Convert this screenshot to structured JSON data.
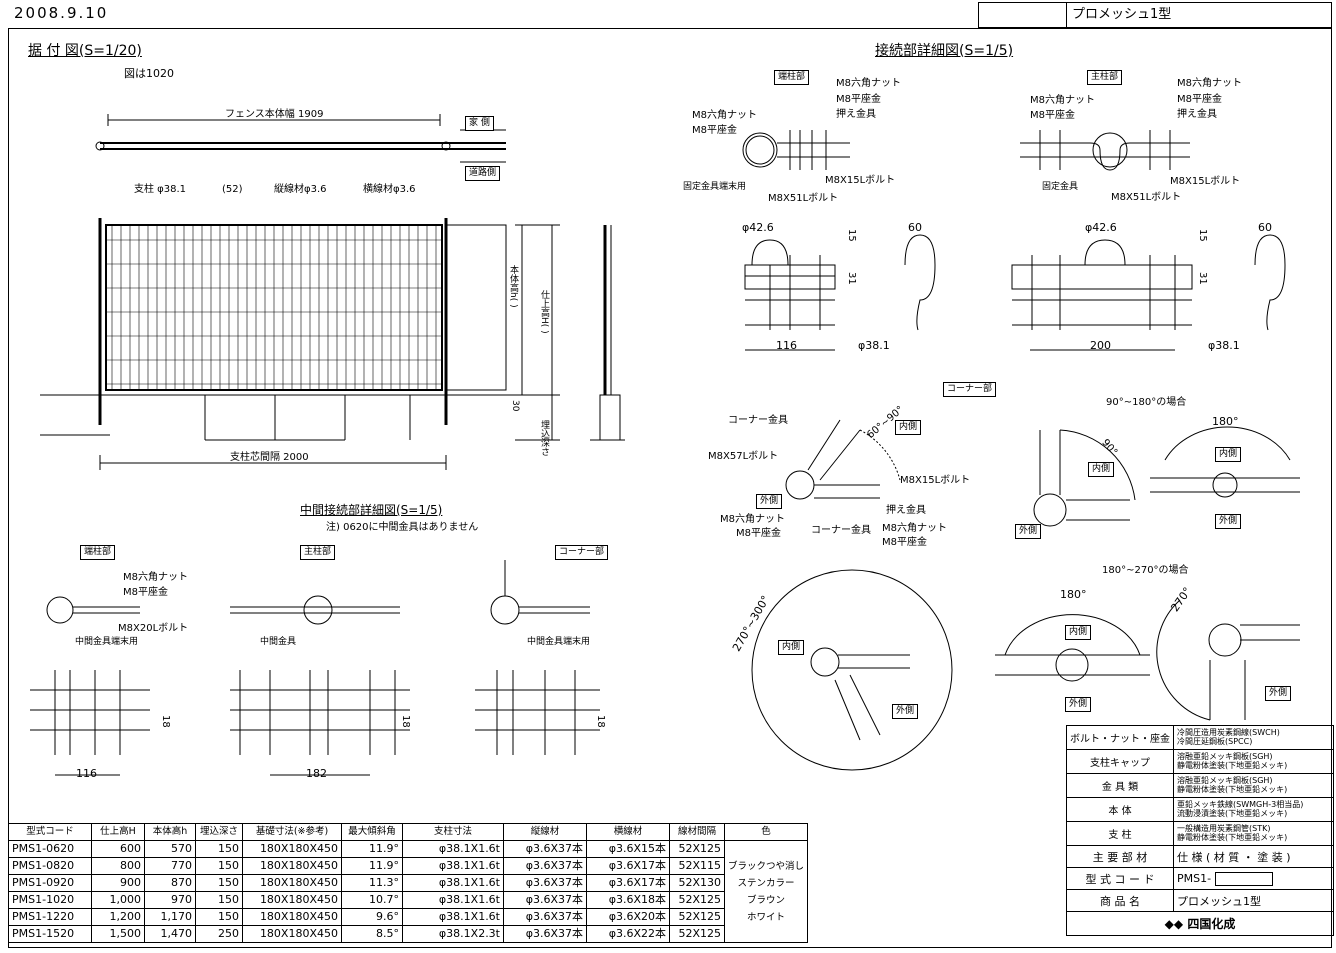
{
  "header": {
    "date": "2008.9.10",
    "product_title": "プロメッシュ1型"
  },
  "installation": {
    "title": "据 付 図(S=1/20)",
    "subtitle": "図は1020",
    "fence_width": "フェンス本体幅 1909",
    "house_side": "家 側",
    "road_side": "道路側",
    "post": "支柱 φ38.1",
    "pitch": "(52)",
    "vwire": "縦線材φ3.6",
    "hwire": "横線材φ3.6",
    "body_height": "本体高h( )",
    "finish_height": "仕上高H( )",
    "embed": "埋込深さ",
    "dim30": "30",
    "post_spacing": "支柱芯間隔 2000"
  },
  "connection": {
    "title": "接続部詳細図(S=1/5)",
    "end_tag": "端柱部",
    "main_tag": "主柱部",
    "corner_tag": "コーナー部",
    "nut": "M8六角ナット",
    "washer": "M8平座金",
    "press": "押え金具",
    "end_fix": "固定金具端末用",
    "fix": "固定金具",
    "bolt51": "M8X51Lボルト",
    "bolt15": "M8X15Lボルト",
    "bolt57": "M8X57Lボルト",
    "phi42": "φ42.6",
    "phi38": "φ38.1",
    "d15": "15",
    "d31": "31",
    "d60": "60",
    "d116": "116",
    "d200": "200",
    "corner_fitting": "コーナー金具",
    "angle_60_90": "60°~90°",
    "inner": "内側",
    "outer": "外側",
    "case_90_180": "90°~180°の場合",
    "case_180_270": "180°~270°の場合",
    "a90": "90°",
    "a180": "180°",
    "a270": "270°",
    "a270_300": "270°~300°"
  },
  "middle": {
    "title": "中間接続部詳細図(S=1/5)",
    "note": "注) 0620に中間金具はありません",
    "end_tag": "端柱部",
    "main_tag": "主柱部",
    "corner_tag": "コーナー部",
    "nut": "M8六角ナット",
    "washer": "M8平座金",
    "bolt20": "M8X20Lボルト",
    "mid_end": "中間金具端末用",
    "mid": "中間金具",
    "d18": "18",
    "d116": "116",
    "d182": "182"
  },
  "spec_table": {
    "headers": [
      "型式コード",
      "仕上高H",
      "本体高h",
      "埋込深さ",
      "基礎寸法(※参考)",
      "最大傾斜角",
      "支柱寸法",
      "縦線材",
      "横線材",
      "線材間隔",
      "色"
    ],
    "rows": [
      [
        "PMS1-0620",
        "600",
        "570",
        "150",
        "180X180X450",
        "11.9°",
        "φ38.1X1.6t",
        "φ3.6X37本",
        "φ3.6X15本",
        "52X125"
      ],
      [
        "PMS1-0820",
        "800",
        "770",
        "150",
        "180X180X450",
        "11.9°",
        "φ38.1X1.6t",
        "φ3.6X37本",
        "φ3.6X17本",
        "52X115"
      ],
      [
        "PMS1-0920",
        "900",
        "870",
        "150",
        "180X180X450",
        "11.3°",
        "φ38.1X1.6t",
        "φ3.6X37本",
        "φ3.6X17本",
        "52X130"
      ],
      [
        "PMS1-1020",
        "1,000",
        "970",
        "150",
        "180X180X450",
        "10.7°",
        "φ38.1X1.6t",
        "φ3.6X37本",
        "φ3.6X18本",
        "52X125"
      ],
      [
        "PMS1-1220",
        "1,200",
        "1,170",
        "150",
        "180X180X450",
        "9.6°",
        "φ38.1X1.6t",
        "φ3.6X37本",
        "φ3.6X20本",
        "52X125"
      ],
      [
        "PMS1-1520",
        "1,500",
        "1,470",
        "250",
        "180X180X450",
        "8.5°",
        "φ38.1X2.3t",
        "φ3.6X37本",
        "φ3.6X22本",
        "52X125"
      ]
    ],
    "colors": [
      "ブラックつや消し",
      "ステンカラー",
      "ブラウン",
      "ホワイト"
    ]
  },
  "materials": {
    "rows": [
      {
        "part": "ボルト・ナット・座金",
        "spec1": "冷間圧造用炭素鋼線(SWCH)",
        "spec2": "冷間圧延鋼板(SPCC)"
      },
      {
        "part": "支柱キャップ",
        "spec1": "溶融亜鉛メッキ鋼板(SGH)",
        "spec2": "静電粉体塗装(下地亜鉛メッキ)"
      },
      {
        "part": "金 具 類",
        "spec1": "溶融亜鉛メッキ鋼板(SGH)",
        "spec2": "静電粉体塗装(下地亜鉛メッキ)"
      },
      {
        "part": "本 体",
        "spec1": "亜鉛メッキ鉄線(SWMGH-3相当品)",
        "spec2": "流動浸漬塗装(下地亜鉛メッキ)"
      },
      {
        "part": "支 柱",
        "spec1": "一般構造用炭素鋼管(STK)",
        "spec2": "静電粉体塗装(下地亜鉛メッキ)"
      }
    ],
    "main_part": "主 要 部 材",
    "spec_label": "仕 様 ( 材 質 ・ 塗 装 )",
    "code_label": "型 式 コ ー ド",
    "code_value": "PMS1-",
    "product_label": "商 品 名",
    "product_value": "プロメッシュ1型",
    "logo": "四国化成"
  }
}
